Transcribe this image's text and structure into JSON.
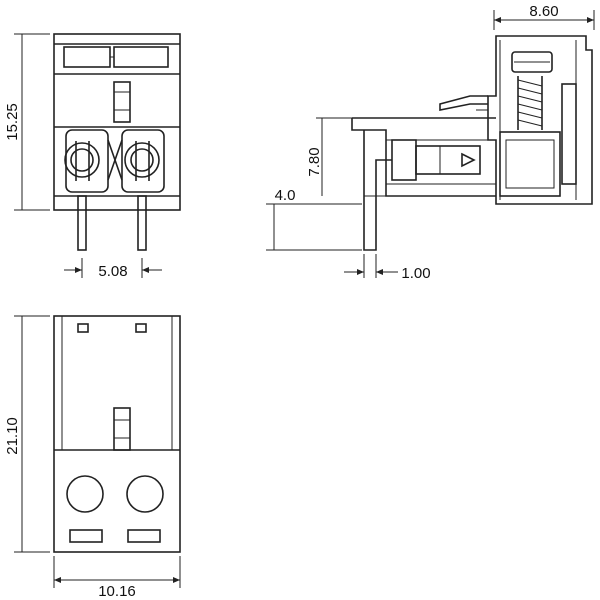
{
  "drawing": {
    "dims": {
      "front_height": "15.25",
      "pitch": "5.08",
      "side_width": "8.60",
      "side_height": "7.80",
      "pin_length": "4.0",
      "pin_thickness": "1.00",
      "bottom_height": "21.10",
      "bottom_width": "10.16"
    }
  }
}
